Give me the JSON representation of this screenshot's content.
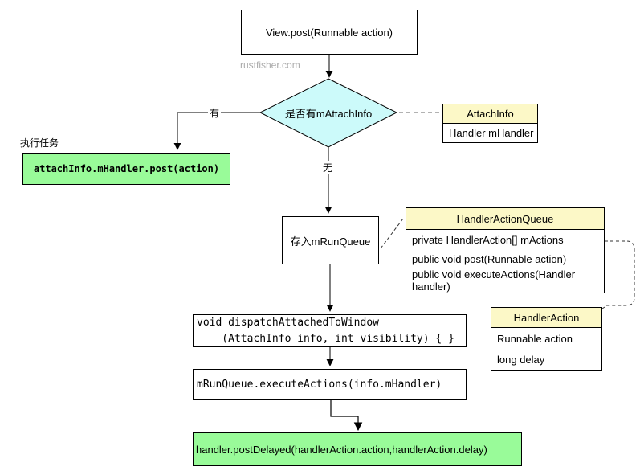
{
  "watermark": "rustfisher.com",
  "colors": {
    "decision_fill": "#ccfafa",
    "class_header_fill": "#fcf8c7",
    "action_fill": "#99fb99",
    "connector_gray": "#999999",
    "watermark_gray": "#aaaaaa"
  },
  "flow": {
    "start_box": "View.post(Runnable action)",
    "decision": "是否有mAttachInfo",
    "yes_label": "有",
    "no_label": "无",
    "task_label": "执行任务",
    "yes_action": "attachInfo.mHandler.post(action)",
    "store_box": "存入mRunQueue",
    "dispatch_line1": "void dispatchAttachedToWindow",
    "dispatch_line2": "    (AttachInfo info, int visibility) { }",
    "execute_box": "mRunQueue.executeActions(info.mHandler)",
    "final_box": "handler.postDelayed(handlerAction.action,handlerAction.delay)"
  },
  "classes": [
    {
      "name": "AttachInfo",
      "fields": [
        "Handler mHandler"
      ]
    },
    {
      "name": "HandlerActionQueue",
      "fields": [
        "private HandlerAction[] mActions",
        "public void post(Runnable action)",
        "public void executeActions(Handler handler)"
      ]
    },
    {
      "name": "HandlerAction",
      "fields": [
        "Runnable action",
        "long delay"
      ]
    }
  ]
}
